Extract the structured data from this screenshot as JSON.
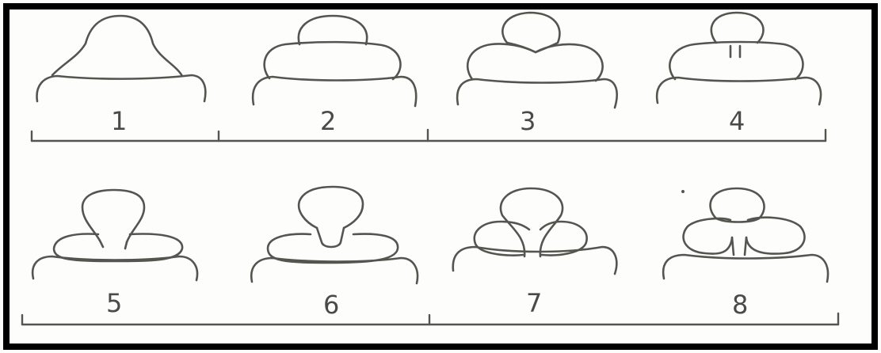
{
  "figure": {
    "top_row_labels": [
      "1",
      "2",
      "3",
      "4"
    ],
    "bottom_row_labels": [
      "5",
      "6",
      "7",
      "8"
    ]
  },
  "colors": {
    "frame": "#000000",
    "line": "#555550",
    "background": "#fdfdfb"
  }
}
